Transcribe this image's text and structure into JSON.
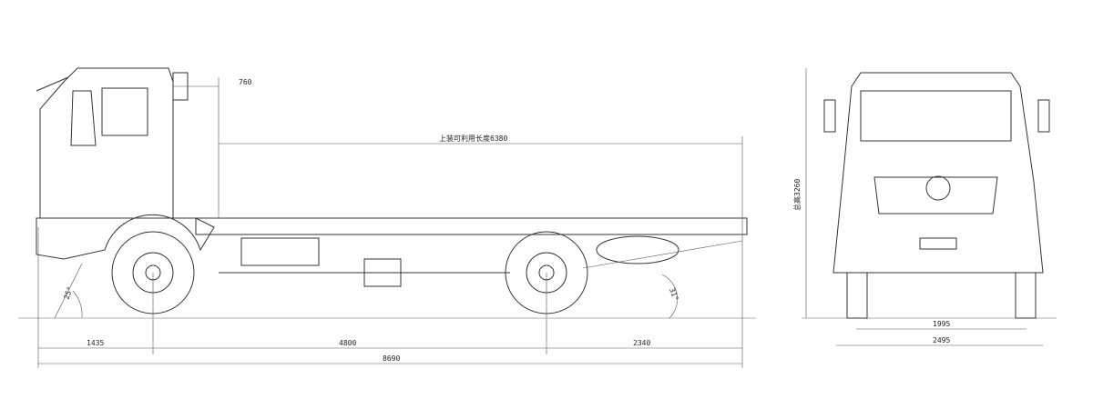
{
  "side_view": {
    "dim_760": "760",
    "body_length": "上装可利用长度6380",
    "front_overhang": "1435",
    "wheelbase": "4800",
    "rear_overhang": "2340",
    "overall_length": "8690",
    "approach_angle": "25°",
    "departure_angle": "31°"
  },
  "front_view": {
    "overall_height": "总高3260",
    "track": "1995",
    "overall_width": "2495"
  }
}
